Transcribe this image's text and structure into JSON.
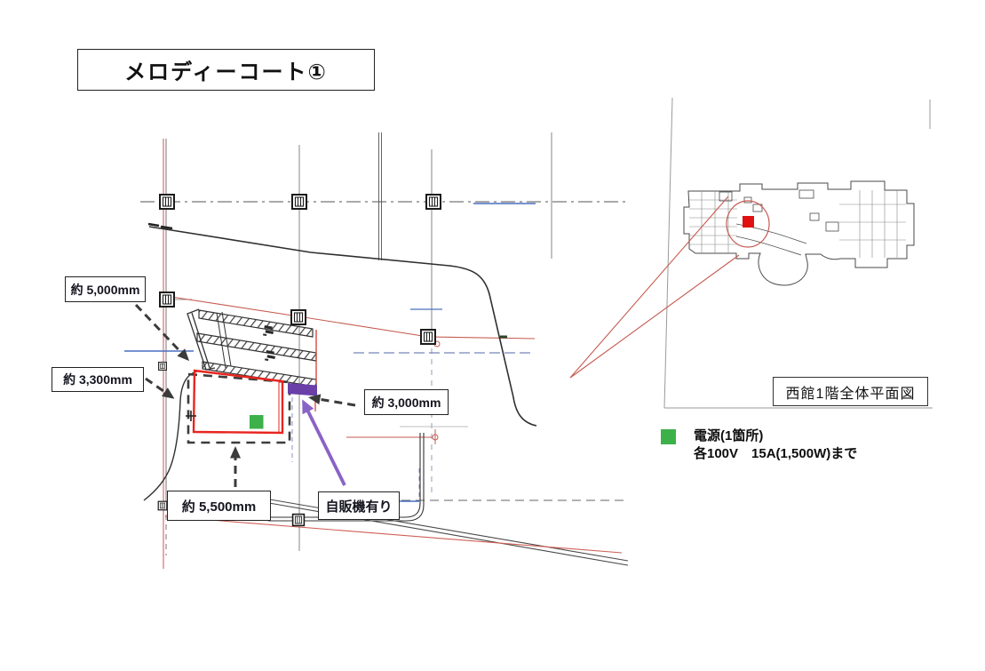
{
  "title": "メロディーコート①",
  "detail_plan": {
    "measurement_labels": {
      "top": "約 5,000mm",
      "left": "約 3,300mm",
      "right": "約 3,000mm",
      "bottom": "約 5,500mm"
    },
    "vending_label": "自販機有り",
    "markers": {
      "power_outlet": "green-square",
      "vending_machine": "purple-bar"
    }
  },
  "overview_plan": {
    "caption": "西館1階全体平面図",
    "location_marker": "red-square-with-circle"
  },
  "legend": {
    "line1": "電源(1箇所)",
    "line2": "各100V　15A(1,500W)まで",
    "swatch_color": "#3cb14a"
  },
  "colors": {
    "area_outline_red": "#e8251f",
    "power_marker_green": "#3cb14a",
    "vending_bar_purple": "#6a3fa8",
    "vending_arrow_purple": "#8a63c6",
    "location_marker_red": "#e11111",
    "callout_line_red": "#c65a50",
    "grid_accent_blue": "#4a6fbf",
    "annotation_arrow_gray": "#3b3b3b"
  }
}
